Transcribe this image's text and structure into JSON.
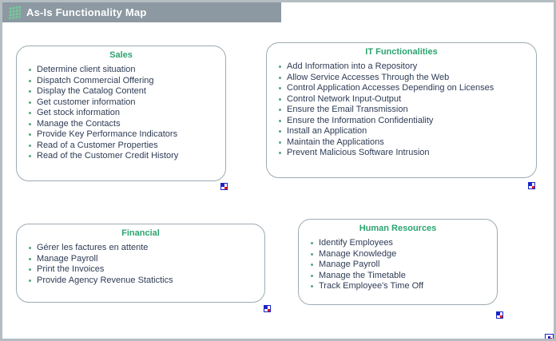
{
  "header": {
    "title": "As-Is Functionality Map",
    "icon": "green-dotted-diamond-icon"
  },
  "colors": {
    "header_bg": "#8c99a2",
    "header_text": "#ffffff",
    "outer_border": "#b3bdc2",
    "box_border": "#9daab2",
    "title_green": "#2ba46e",
    "bullet_green": "#55a878",
    "item_text": "#2e3c55",
    "icon_green": "#6fcf97",
    "marker_blue": "#1c24c8",
    "marker_red": "#e01818"
  },
  "boxes": [
    {
      "id": "sales",
      "title": "Sales",
      "items": [
        "Determine client situation",
        "Dispatch Commercial Offering",
        "Display the Catalog Content",
        "Get customer information",
        "Get stock information",
        "Manage the Contacts",
        "Provide Key Performance Indicators",
        "Read of a Customer Properties",
        "Read of the Customer Credit History"
      ]
    },
    {
      "id": "it-functionalities",
      "title": "IT Functionalities",
      "items": [
        "Add Information into a Repository",
        "Allow Service Accesses Through the Web",
        "Control Application Accesses Depending on Licenses",
        "Control Network Input-Output",
        "Ensure the Email Transmission",
        "Ensure the Information Confidentiality",
        "Install an Application",
        "Maintain the Applications",
        "Prevent Malicious Software Intrusion"
      ]
    },
    {
      "id": "financial",
      "title": "Financial",
      "items": [
        "Gérer les factures en attente",
        "Manage Payroll",
        "Print the Invoices",
        "Provide Agency Revenue Statictics"
      ]
    },
    {
      "id": "human-resources",
      "title": "Human Resources",
      "items": [
        "Identify Employees",
        "Manage Knowledge",
        "Manage Payroll",
        "Manage the Timetable",
        "Track Employee's Time Off"
      ]
    }
  ]
}
